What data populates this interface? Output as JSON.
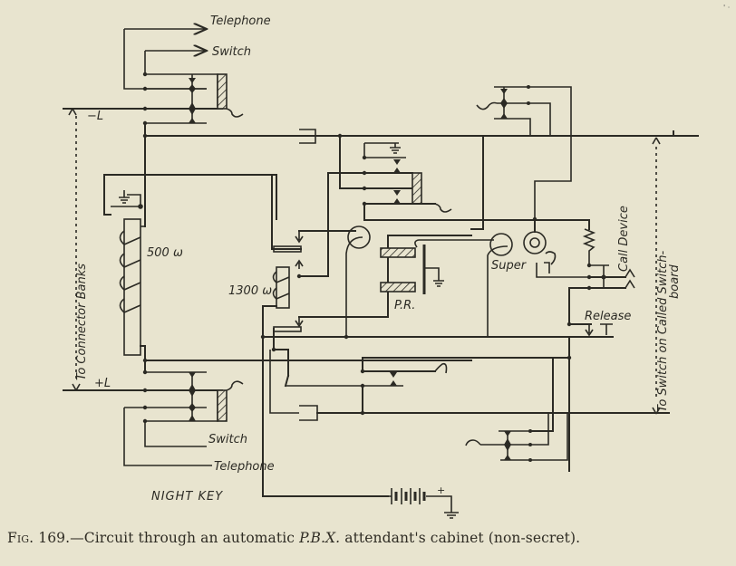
{
  "diagram": {
    "labels": {
      "telephone_top": "Telephone",
      "switch_top": "Switch",
      "minus_line": "−L",
      "plus_line": "+L",
      "left_vertical": "To Connector Banks",
      "resistance_500": "500 ω",
      "resistance_1300": "1300 ω",
      "pr": "P.R.",
      "super": "Super",
      "call_device": "Call Device",
      "release": "Release",
      "right_vertical_1": "To Switch on Called Switch-",
      "right_vertical_2": "board",
      "switch_bottom": "Switch",
      "telephone_bottom": "Telephone",
      "night_key": "NIGHT KEY",
      "battery_plus": "+"
    }
  },
  "caption": {
    "fig_label": "Fig. 169.",
    "text_before": "—Circuit through an automatic ",
    "pbx": "P.B.X.",
    "text_after": " attendant's cabinet (non-secret)."
  },
  "corner_mark": "' ·"
}
